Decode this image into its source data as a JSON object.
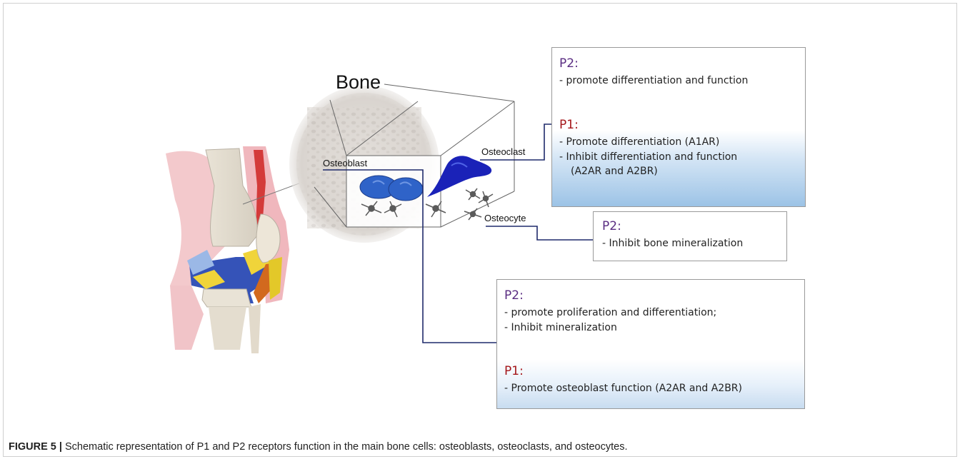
{
  "diagram": {
    "title": "Bone",
    "cell_labels": {
      "osteoblast": "Osteoblast",
      "osteoclast": "Osteoclast",
      "osteocyte": "Osteocyte"
    },
    "boxes": {
      "osteoclast": {
        "p2_heading": "P2:",
        "p2_lines": [
          "- promote differentiation and function"
        ],
        "p1_heading": "P1:",
        "p1_lines": [
          "- Promote differentiation (A1AR)",
          "- Inhibit differentiation and function",
          "(A2AR and A2BR)"
        ]
      },
      "osteocyte": {
        "p2_heading": "P2:",
        "p2_lines": [
          "- Inhibit bone mineralization"
        ]
      },
      "osteoblast": {
        "p2_heading": "P2:",
        "p2_lines": [
          "- promote proliferation and differentiation;",
          "- Inhibit mineralization"
        ],
        "p1_heading": "P1:",
        "p1_lines": [
          "- Promote osteoblast function (A2AR and A2BR)"
        ]
      }
    },
    "colors": {
      "connector": "#1f2a6b",
      "cell_blue": "#2f63c8",
      "osteoclast_blue": "#1a22b8",
      "p2_color": "#5a2d82",
      "p1_color": "#a4161a",
      "box_gradient": "#9cc3e6"
    },
    "icons": [
      "knee-joint-illustration",
      "bone-block-illustration"
    ]
  },
  "caption": {
    "label": "FIGURE 5 |",
    "text": " Schematic representation of P1 and P2 receptors function in the main bone cells: osteoblasts, osteoclasts, and osteocytes."
  }
}
